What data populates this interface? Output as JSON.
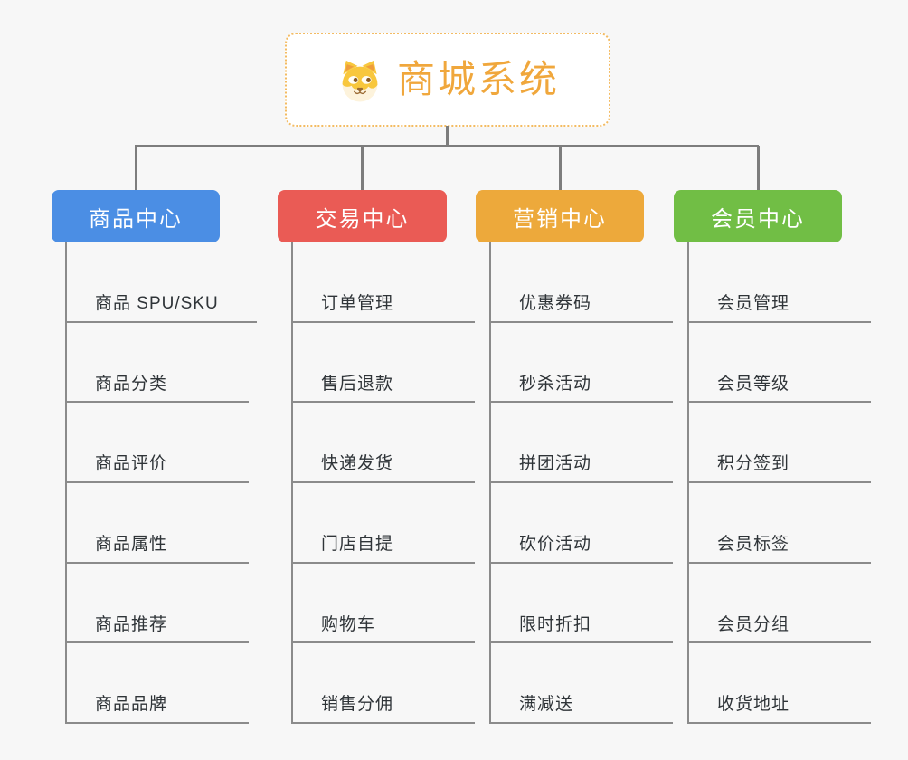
{
  "root": {
    "title": "商城系统",
    "icon": "dog-icon",
    "accent_color": "#f0a73c",
    "border_color": "#f3bb62"
  },
  "branches": [
    {
      "label": "商品中心",
      "color": "#4b8ee4",
      "children": [
        "商品 SPU/SKU",
        "商品分类",
        "商品评价",
        "商品属性",
        "商品推荐",
        "商品品牌"
      ]
    },
    {
      "label": "交易中心",
      "color": "#ea5b55",
      "children": [
        "订单管理",
        "售后退款",
        "快递发货",
        "门店自提",
        "购物车",
        "销售分佣"
      ]
    },
    {
      "label": "营销中心",
      "color": "#eda93b",
      "children": [
        "优惠券码",
        "秒杀活动",
        "拼团活动",
        "砍价活动",
        "限时折扣",
        "满减送"
      ]
    },
    {
      "label": "会员中心",
      "color": "#71be45",
      "children": [
        "会员管理",
        "会员等级",
        "积分签到",
        "会员标签",
        "会员分组",
        "收货地址"
      ]
    }
  ],
  "colors": {
    "background": "#f7f7f7",
    "connector": "#7d7d7d",
    "leaf_line": "#8b8b8b",
    "leaf_text": "#2f3438",
    "header_text": "#ffffff"
  }
}
